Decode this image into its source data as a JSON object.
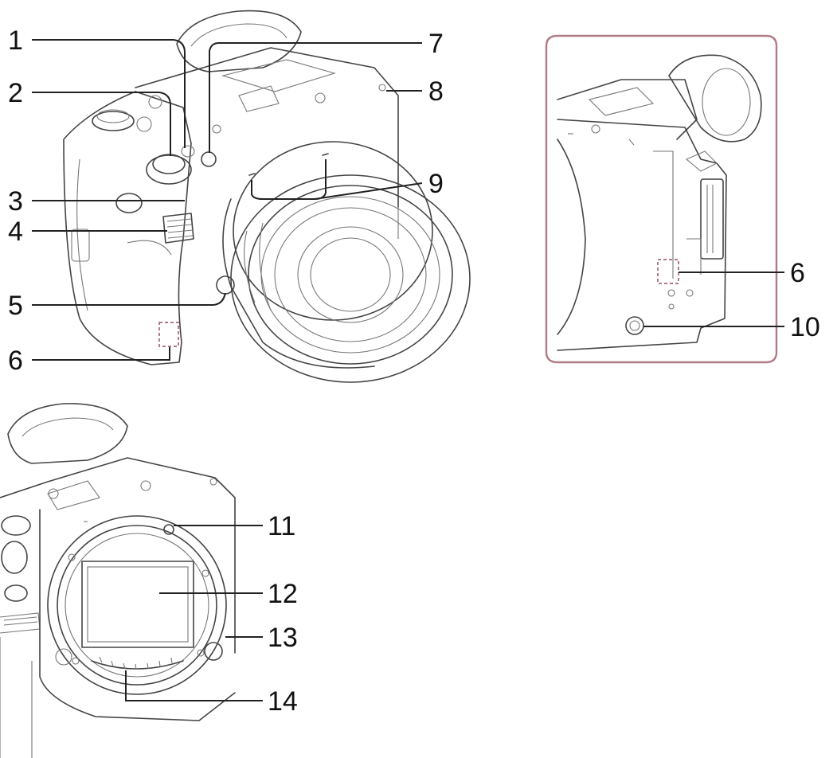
{
  "colors": {
    "ink": "#444444",
    "leader": "#222222",
    "inset_frame": "#b07b86"
  },
  "callouts": [
    {
      "id": "c1",
      "label": "1"
    },
    {
      "id": "c2",
      "label": "2"
    },
    {
      "id": "c3",
      "label": "3"
    },
    {
      "id": "c4",
      "label": "4"
    },
    {
      "id": "c5",
      "label": "5"
    },
    {
      "id": "c6a",
      "label": "6"
    },
    {
      "id": "c7",
      "label": "7"
    },
    {
      "id": "c8",
      "label": "8"
    },
    {
      "id": "c9",
      "label": "9"
    },
    {
      "id": "c6b",
      "label": "6"
    },
    {
      "id": "c10",
      "label": "10"
    },
    {
      "id": "c11",
      "label": "11"
    },
    {
      "id": "c12",
      "label": "12"
    },
    {
      "id": "c13",
      "label": "13"
    },
    {
      "id": "c14",
      "label": "14"
    }
  ]
}
